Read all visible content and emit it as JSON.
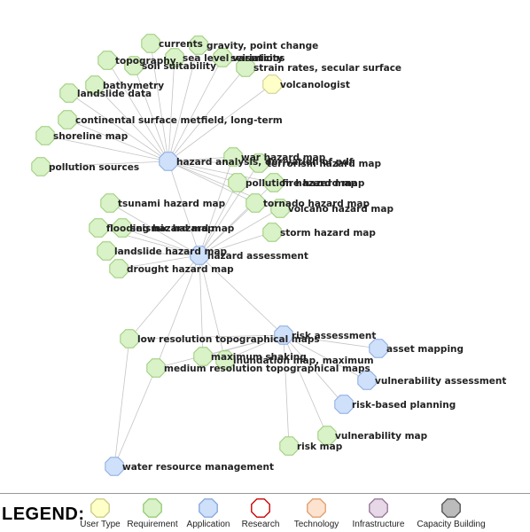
{
  "legend": {
    "title": "LEGEND:",
    "items": [
      {
        "label": "User Type",
        "fill": "#ffffc8",
        "stroke": "#cccc88"
      },
      {
        "label": "Requirement",
        "fill": "#d9f2c7",
        "stroke": "#99cc77"
      },
      {
        "label": "Application",
        "fill": "#cfe0fb",
        "stroke": "#88aadd"
      },
      {
        "label": "Research",
        "fill": "#ffffff",
        "stroke": "#cc0000"
      },
      {
        "label": "Technology",
        "fill": "#fde3cf",
        "stroke": "#e0a070"
      },
      {
        "label": "Infrastructure",
        "fill": "#e6d8e6",
        "stroke": "#997799"
      },
      {
        "label": "Capacity Building",
        "fill": "#bbbbbb",
        "stroke": "#555555"
      }
    ]
  },
  "nodes": [
    {
      "id": "ha",
      "label": "hazard analysis, derivation of pdf",
      "type": "Application"
    },
    {
      "id": "hass",
      "label": "hazard assessment",
      "type": "Application"
    },
    {
      "id": "risk",
      "label": "risk assessment",
      "type": "Application"
    },
    {
      "id": "assetmap",
      "label": "asset mapping",
      "type": "Application"
    },
    {
      "id": "vulnass",
      "label": "vulnerability assessment",
      "type": "Application"
    },
    {
      "id": "riskplan",
      "label": "risk-based planning",
      "type": "Application"
    },
    {
      "id": "water",
      "label": "water resource management",
      "type": "Application"
    },
    {
      "id": "volc",
      "label": "volcanologist",
      "type": "User Type"
    },
    {
      "id": "currents",
      "label": "currents",
      "type": "Requirement"
    },
    {
      "id": "gravity",
      "label": "gravity, point change",
      "type": "Requirement"
    },
    {
      "id": "topo",
      "label": "topography",
      "type": "Requirement"
    },
    {
      "id": "sealevel",
      "label": "sea level variations",
      "type": "Requirement"
    },
    {
      "id": "seismicity",
      "label": "seismicity",
      "type": "Requirement"
    },
    {
      "id": "soil",
      "label": "soil suitability",
      "type": "Requirement"
    },
    {
      "id": "strain",
      "label": "strain rates, secular surface",
      "type": "Requirement"
    },
    {
      "id": "bathy",
      "label": "bathymetry",
      "type": "Requirement"
    },
    {
      "id": "landdata",
      "label": "landslide data",
      "type": "Requirement"
    },
    {
      "id": "contsurf",
      "label": "continental surface metfield, long-term",
      "type": "Requirement"
    },
    {
      "id": "shore",
      "label": "shoreline map",
      "type": "Requirement"
    },
    {
      "id": "pollsrc",
      "label": "pollution sources",
      "type": "Requirement"
    },
    {
      "id": "war",
      "label": "war hazard map",
      "type": "Requirement"
    },
    {
      "id": "terror",
      "label": "terrorism hazard map",
      "type": "Requirement"
    },
    {
      "id": "pollmap",
      "label": "pollution hazard map",
      "type": "Requirement"
    },
    {
      "id": "fire",
      "label": "fire hazard map",
      "type": "Requirement"
    },
    {
      "id": "tornado",
      "label": "tornado hazard map",
      "type": "Requirement"
    },
    {
      "id": "volcmap",
      "label": "volcano hazard map",
      "type": "Requirement"
    },
    {
      "id": "tsunami",
      "label": "tsunami hazard map",
      "type": "Requirement"
    },
    {
      "id": "flooding",
      "label": "flooding hazard map",
      "type": "Requirement"
    },
    {
      "id": "seismicmap",
      "label": "seismic hazard map",
      "type": "Requirement"
    },
    {
      "id": "storm",
      "label": "storm hazard map",
      "type": "Requirement"
    },
    {
      "id": "landmap",
      "label": "landslide hazard map",
      "type": "Requirement"
    },
    {
      "id": "drought",
      "label": "drought hazard map",
      "type": "Requirement"
    },
    {
      "id": "lowres",
      "label": "low resolution topographical maps",
      "type": "Requirement"
    },
    {
      "id": "maxshake",
      "label": "maximum shaking",
      "type": "Requirement"
    },
    {
      "id": "inund",
      "label": "inundation map, maximum",
      "type": "Requirement"
    },
    {
      "id": "medres",
      "label": "medium resolution topographical maps",
      "type": "Requirement"
    },
    {
      "id": "vulnmap",
      "label": "vulnerability map",
      "type": "Requirement"
    },
    {
      "id": "riskmap",
      "label": "risk map",
      "type": "Requirement"
    }
  ],
  "edges": [
    [
      "ha",
      "currents"
    ],
    [
      "ha",
      "gravity"
    ],
    [
      "ha",
      "topo"
    ],
    [
      "ha",
      "sealevel"
    ],
    [
      "ha",
      "seismicity"
    ],
    [
      "ha",
      "soil"
    ],
    [
      "ha",
      "strain"
    ],
    [
      "ha",
      "bathy"
    ],
    [
      "ha",
      "landdata"
    ],
    [
      "ha",
      "contsurf"
    ],
    [
      "ha",
      "shore"
    ],
    [
      "ha",
      "pollsrc"
    ],
    [
      "ha",
      "volc"
    ],
    [
      "ha",
      "war"
    ],
    [
      "ha",
      "terror"
    ],
    [
      "ha",
      "pollmap"
    ],
    [
      "ha",
      "fire"
    ],
    [
      "ha",
      "tornado"
    ],
    [
      "ha",
      "volcmap"
    ],
    [
      "ha",
      "hass"
    ],
    [
      "hass",
      "war"
    ],
    [
      "hass",
      "terror"
    ],
    [
      "hass",
      "pollmap"
    ],
    [
      "hass",
      "fire"
    ],
    [
      "hass",
      "tornado"
    ],
    [
      "hass",
      "volcmap"
    ],
    [
      "hass",
      "storm"
    ],
    [
      "hass",
      "tsunami"
    ],
    [
      "hass",
      "flooding"
    ],
    [
      "hass",
      "seismicmap"
    ],
    [
      "hass",
      "landmap"
    ],
    [
      "hass",
      "drought"
    ],
    [
      "hass",
      "lowres"
    ],
    [
      "hass",
      "medres"
    ],
    [
      "hass",
      "maxshake"
    ],
    [
      "hass",
      "inund"
    ],
    [
      "hass",
      "risk"
    ],
    [
      "risk",
      "lowres"
    ],
    [
      "risk",
      "medres"
    ],
    [
      "risk",
      "maxshake"
    ],
    [
      "risk",
      "inund"
    ],
    [
      "risk",
      "assetmap"
    ],
    [
      "risk",
      "vulnass"
    ],
    [
      "risk",
      "riskplan"
    ],
    [
      "risk",
      "vulnmap"
    ],
    [
      "risk",
      "riskmap"
    ],
    [
      "medres",
      "water"
    ],
    [
      "lowres",
      "water"
    ]
  ]
}
